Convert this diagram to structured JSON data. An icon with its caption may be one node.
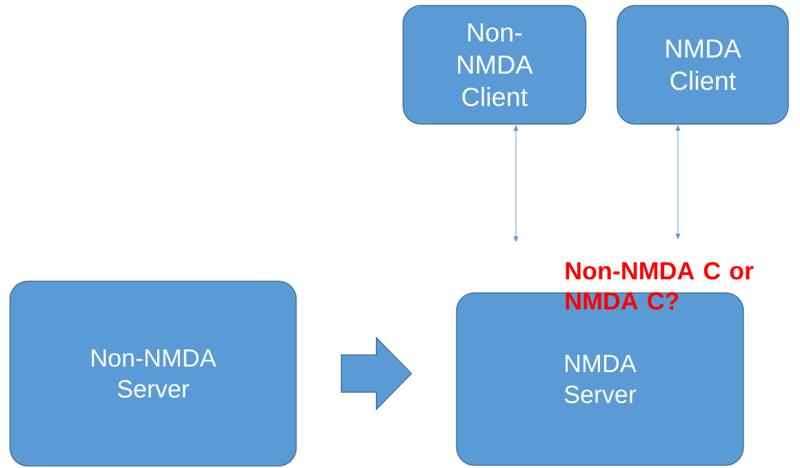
{
  "diagram": {
    "nodes": [
      {
        "text": [
          "Non-NMDA Client"
        ]
      },
      {
        "text": [
          "NMDA Client"
        ]
      },
      {
        "text": [
          "Non-NMDA Server"
        ]
      },
      {
        "text": [
          "NMDA Server"
        ]
      }
    ],
    "edges": [
      {
        "from": null,
        "to": 0,
        "arrow": "both"
      },
      {
        "from": null,
        "to": 1,
        "arrow": "both"
      },
      {
        "from": 2,
        "to": 3,
        "arrow": "to",
        "style": "thick"
      }
    ],
    "labels": [
      "Non-NMDA C or NMDA C?"
    ]
  }
}
